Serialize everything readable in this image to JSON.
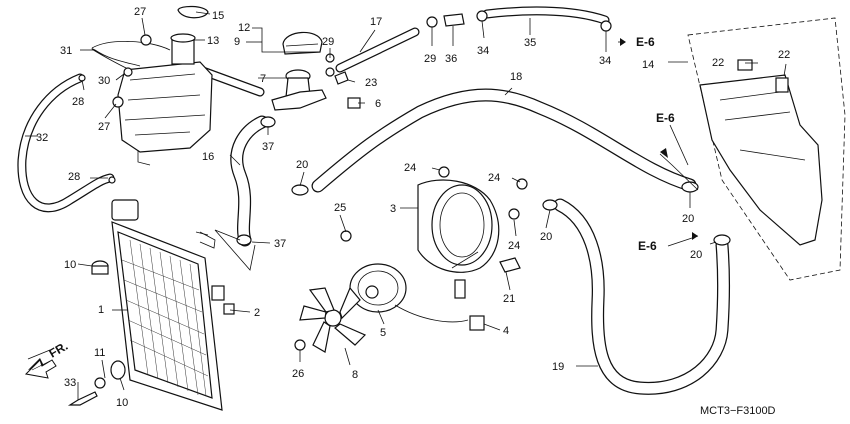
{
  "diagram_code": "MCT3−F3100D",
  "front_indicator": "FR.",
  "ref_label": "E-6",
  "parts": [
    {
      "key": "p1",
      "label": "1"
    },
    {
      "key": "p2",
      "label": "2"
    },
    {
      "key": "p3",
      "label": "3"
    },
    {
      "key": "p4",
      "label": "4"
    },
    {
      "key": "p5",
      "label": "5"
    },
    {
      "key": "p6",
      "label": "6"
    },
    {
      "key": "p7",
      "label": "7"
    },
    {
      "key": "p8",
      "label": "8"
    },
    {
      "key": "p9",
      "label": "9"
    },
    {
      "key": "p10a",
      "label": "10"
    },
    {
      "key": "p10b",
      "label": "10"
    },
    {
      "key": "p11",
      "label": "11"
    },
    {
      "key": "p12",
      "label": "12"
    },
    {
      "key": "p13",
      "label": "13"
    },
    {
      "key": "p14",
      "label": "14"
    },
    {
      "key": "p15",
      "label": "15"
    },
    {
      "key": "p16",
      "label": "16"
    },
    {
      "key": "p17",
      "label": "17"
    },
    {
      "key": "p18",
      "label": "18"
    },
    {
      "key": "p19",
      "label": "19"
    },
    {
      "key": "p20a",
      "label": "20"
    },
    {
      "key": "p20b",
      "label": "20"
    },
    {
      "key": "p20c",
      "label": "20"
    },
    {
      "key": "p20d",
      "label": "20"
    },
    {
      "key": "p21",
      "label": "21"
    },
    {
      "key": "p22a",
      "label": "22"
    },
    {
      "key": "p22b",
      "label": "22"
    },
    {
      "key": "p23",
      "label": "23"
    },
    {
      "key": "p24a",
      "label": "24"
    },
    {
      "key": "p24b",
      "label": "24"
    },
    {
      "key": "p24c",
      "label": "24"
    },
    {
      "key": "p25",
      "label": "25"
    },
    {
      "key": "p26",
      "label": "26"
    },
    {
      "key": "p27a",
      "label": "27"
    },
    {
      "key": "p27b",
      "label": "27"
    },
    {
      "key": "p28a",
      "label": "28"
    },
    {
      "key": "p28b",
      "label": "28"
    },
    {
      "key": "p29a",
      "label": "29"
    },
    {
      "key": "p29b",
      "label": "29"
    },
    {
      "key": "p30",
      "label": "30"
    },
    {
      "key": "p31",
      "label": "31"
    },
    {
      "key": "p32",
      "label": "32"
    },
    {
      "key": "p33",
      "label": "33"
    },
    {
      "key": "p34a",
      "label": "34"
    },
    {
      "key": "p34b",
      "label": "34"
    },
    {
      "key": "p35",
      "label": "35"
    },
    {
      "key": "p36",
      "label": "36"
    },
    {
      "key": "p37a",
      "label": "37"
    },
    {
      "key": "p37b",
      "label": "37"
    }
  ]
}
